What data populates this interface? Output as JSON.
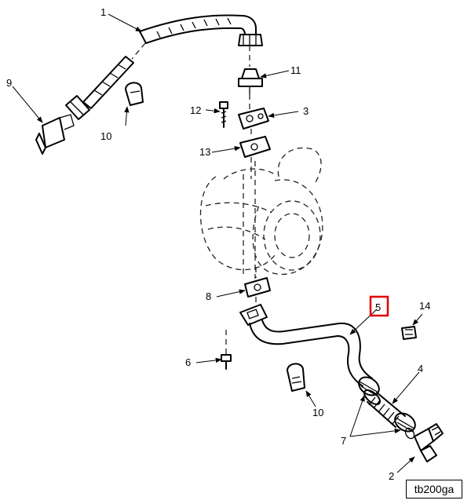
{
  "callouts": [
    {
      "id": "1",
      "label": "1"
    },
    {
      "id": "2",
      "label": "2"
    },
    {
      "id": "3",
      "label": "3"
    },
    {
      "id": "4",
      "label": "4"
    },
    {
      "id": "5",
      "label": "5",
      "highlighted": true
    },
    {
      "id": "6",
      "label": "6"
    },
    {
      "id": "7",
      "label": "7"
    },
    {
      "id": "8",
      "label": "8"
    },
    {
      "id": "9",
      "label": "9"
    },
    {
      "id": "10a",
      "label": "10"
    },
    {
      "id": "10b",
      "label": "10"
    },
    {
      "id": "11",
      "label": "11"
    },
    {
      "id": "12",
      "label": "12"
    },
    {
      "id": "13",
      "label": "13"
    },
    {
      "id": "14",
      "label": "14"
    }
  ],
  "figure_id": "tb200ga",
  "colors": {
    "highlight": "#e00000",
    "ink": "#000000"
  }
}
